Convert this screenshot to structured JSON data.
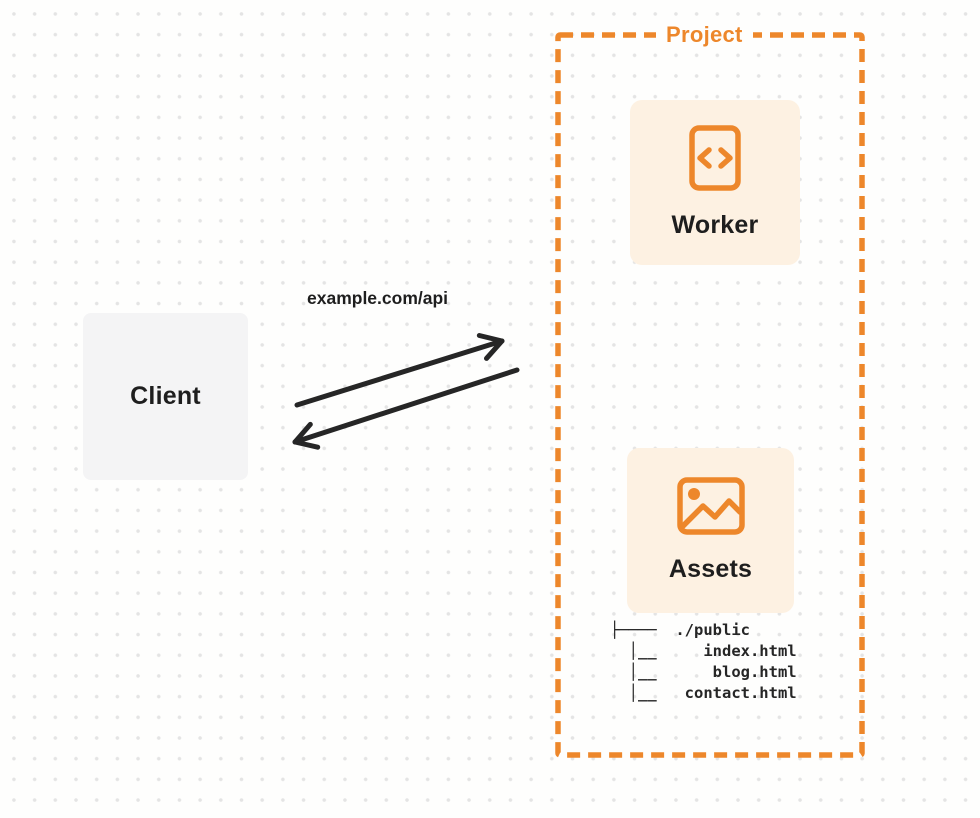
{
  "page": {
    "background": "#FEFEFD",
    "dot_color": "#E4E4E4"
  },
  "colors": {
    "accent_orange": "#ED872B",
    "panel_cream": "#FDF1E2",
    "client_gray": "#F4F4F5",
    "ink": "#1E1E1E",
    "arrow": "#262626"
  },
  "diagram": {
    "client": {
      "label": "Client"
    },
    "request": {
      "label": "example.com/api"
    },
    "project": {
      "label": "Project",
      "worker": {
        "label": "Worker",
        "icon": "code-file-icon"
      },
      "assets": {
        "label": "Assets",
        "icon": "image-icon"
      },
      "file_tree": {
        "lines": [
          "├────  ./public",
          "  │__     index.html",
          "  │__      blog.html",
          "  │__   contact.html"
        ]
      }
    }
  }
}
